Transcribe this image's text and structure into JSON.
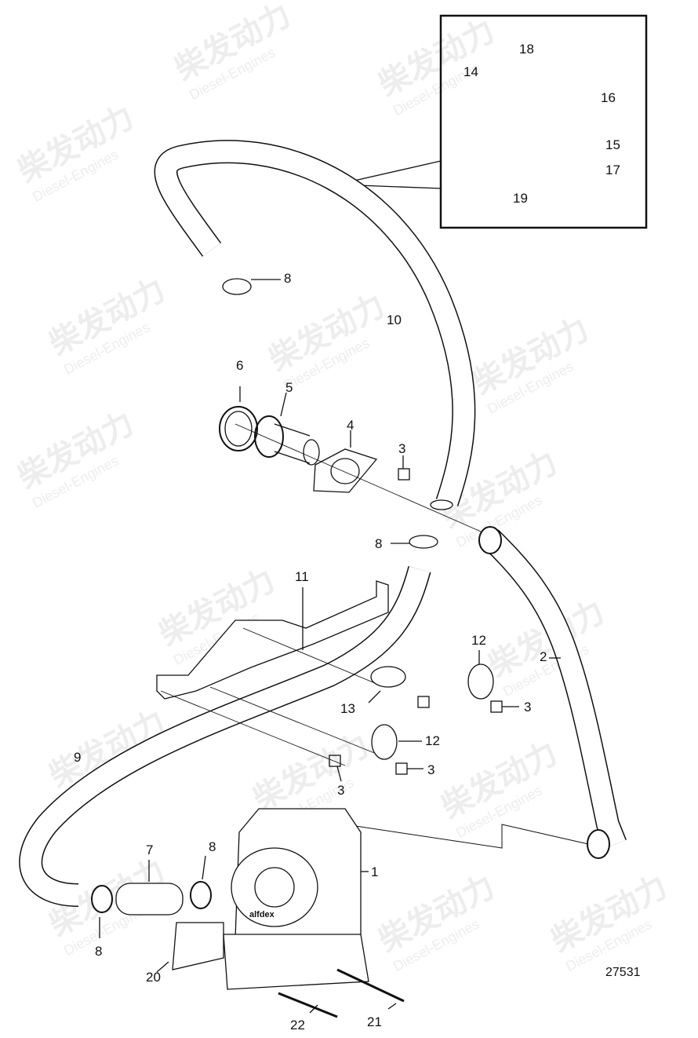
{
  "diagram": {
    "drawing_number": "27531",
    "brand_marking": "alfdex",
    "watermark": {
      "chinese": "柴发动力",
      "english": "Diesel-Engines"
    },
    "callouts": [
      {
        "id": "c1",
        "label": "1"
      },
      {
        "id": "c2",
        "label": "2"
      },
      {
        "id": "c3a",
        "label": "3"
      },
      {
        "id": "c3b",
        "label": "3"
      },
      {
        "id": "c3c",
        "label": "3"
      },
      {
        "id": "c3d",
        "label": "3"
      },
      {
        "id": "c4",
        "label": "4"
      },
      {
        "id": "c5",
        "label": "5"
      },
      {
        "id": "c6",
        "label": "6"
      },
      {
        "id": "c7",
        "label": "7"
      },
      {
        "id": "c8a",
        "label": "8"
      },
      {
        "id": "c8b",
        "label": "8"
      },
      {
        "id": "c8c",
        "label": "8"
      },
      {
        "id": "c8d",
        "label": "8"
      },
      {
        "id": "c9",
        "label": "9"
      },
      {
        "id": "c10",
        "label": "10"
      },
      {
        "id": "c11",
        "label": "11"
      },
      {
        "id": "c12a",
        "label": "12"
      },
      {
        "id": "c12b",
        "label": "12"
      },
      {
        "id": "c13",
        "label": "13"
      },
      {
        "id": "c14",
        "label": "14"
      },
      {
        "id": "c15",
        "label": "15"
      },
      {
        "id": "c16",
        "label": "16"
      },
      {
        "id": "c17",
        "label": "17"
      },
      {
        "id": "c18",
        "label": "18"
      },
      {
        "id": "c19",
        "label": "19"
      },
      {
        "id": "c20",
        "label": "20"
      },
      {
        "id": "c21",
        "label": "21"
      },
      {
        "id": "c22",
        "label": "22"
      }
    ]
  }
}
